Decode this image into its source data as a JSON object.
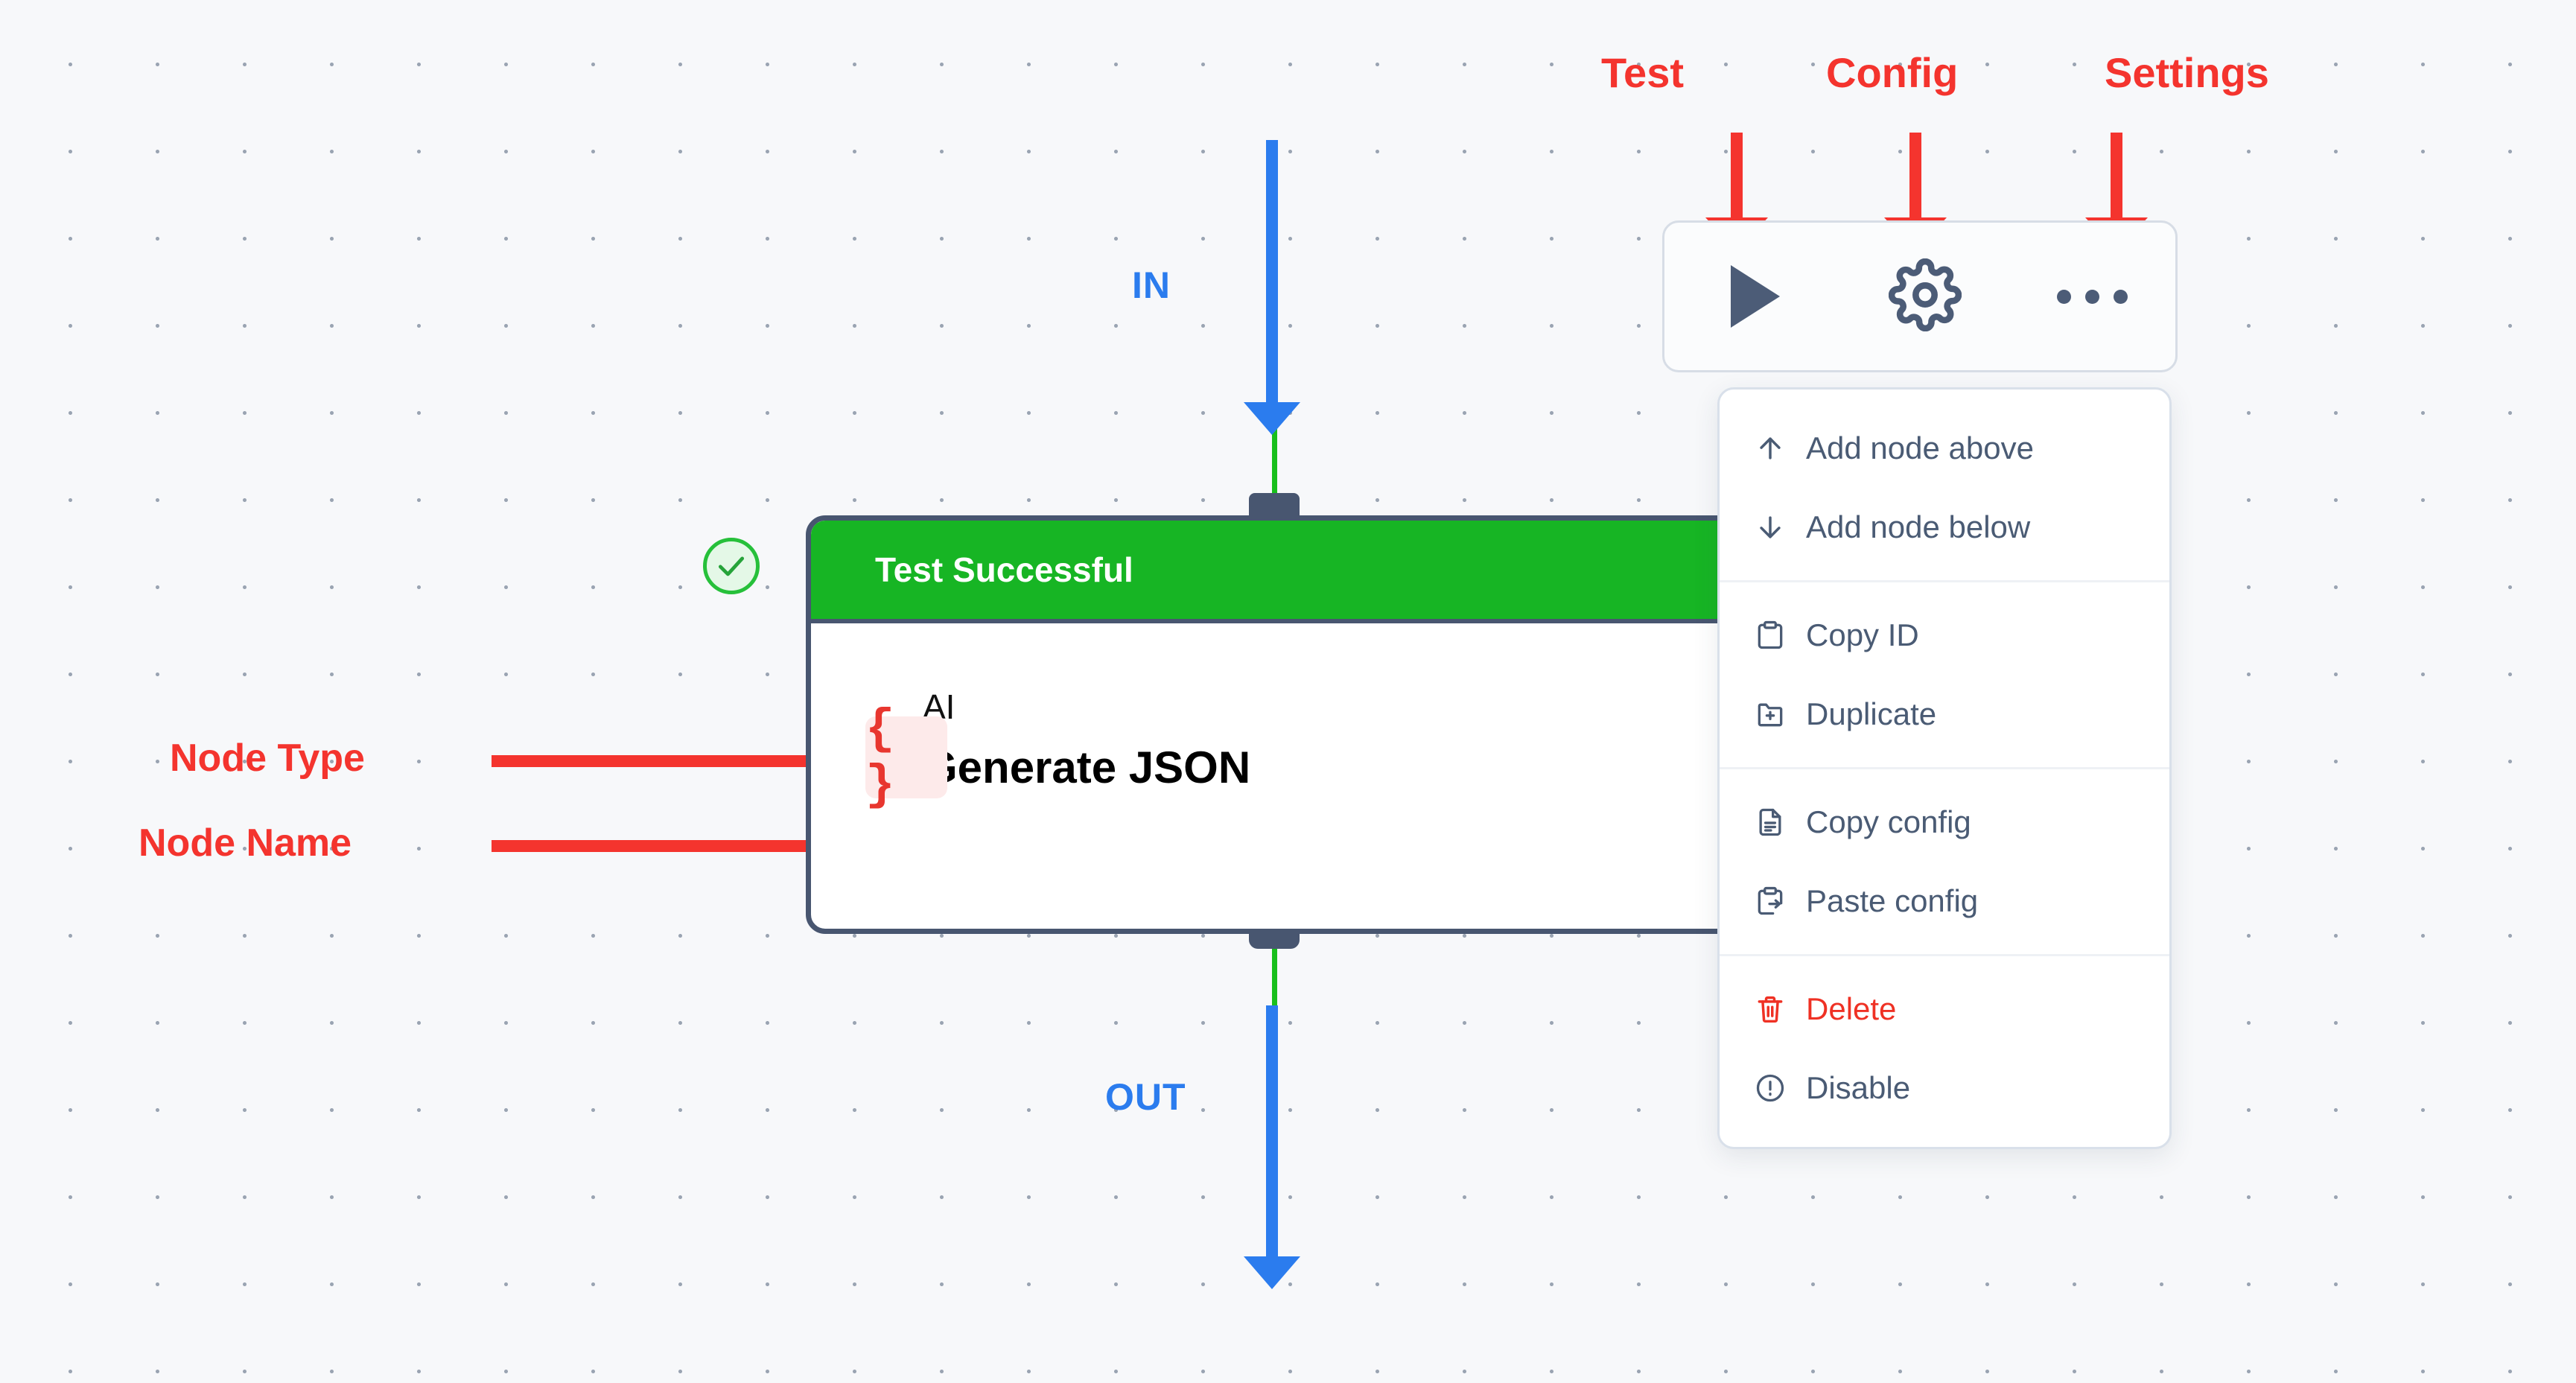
{
  "canvas": {
    "background_color": "#f7f8fa",
    "grid_dot_color": "#9aa4b2"
  },
  "annotations": {
    "accent_color": "#f4342e",
    "top_labels": [
      {
        "name": "test",
        "text": "Test"
      },
      {
        "name": "config",
        "text": "Config"
      },
      {
        "name": "settings",
        "text": "Settings"
      }
    ],
    "left_labels": [
      {
        "name": "node-type",
        "text": "Node Type"
      },
      {
        "name": "node-name",
        "text": "Node Name"
      }
    ]
  },
  "flow": {
    "wire_color": "#18bf1b",
    "arrow_color": "#2b7cee",
    "in_label": "IN",
    "out_label": "OUT"
  },
  "node": {
    "status_header": "Test Successful",
    "status_color": "#17b524",
    "border_color": "#485670",
    "type": "AI",
    "name": "Generate JSON",
    "icon": "json-braces-icon",
    "icon_glyph": "{ }",
    "icon_color": "#e8362f",
    "icon_bg": "#fdeaea",
    "badge": "success-check-icon"
  },
  "toolbar": {
    "buttons": [
      {
        "name": "test-button",
        "icon": "play-icon",
        "label": "Test"
      },
      {
        "name": "config-button",
        "icon": "gear-icon",
        "label": "Config"
      },
      {
        "name": "settings-button",
        "icon": "ellipsis-icon",
        "label": "Settings"
      }
    ]
  },
  "context_menu": {
    "groups": [
      {
        "items": [
          {
            "name": "add-node-above",
            "icon": "arrow-up-icon",
            "label": "Add node above",
            "danger": false
          },
          {
            "name": "add-node-below",
            "icon": "arrow-down-icon",
            "label": "Add node below",
            "danger": false
          }
        ]
      },
      {
        "items": [
          {
            "name": "copy-id",
            "icon": "clipboard-icon",
            "label": "Copy ID",
            "danger": false
          },
          {
            "name": "duplicate",
            "icon": "folder-plus-icon",
            "label": "Duplicate",
            "danger": false
          }
        ]
      },
      {
        "items": [
          {
            "name": "copy-config",
            "icon": "document-icon",
            "label": "Copy config",
            "danger": false
          },
          {
            "name": "paste-config",
            "icon": "clipboard-arrow-icon",
            "label": "Paste config",
            "danger": false
          }
        ]
      },
      {
        "items": [
          {
            "name": "delete",
            "icon": "trash-icon",
            "label": "Delete",
            "danger": true
          },
          {
            "name": "disable",
            "icon": "alert-circle-icon",
            "label": "Disable",
            "danger": false
          }
        ]
      }
    ]
  }
}
